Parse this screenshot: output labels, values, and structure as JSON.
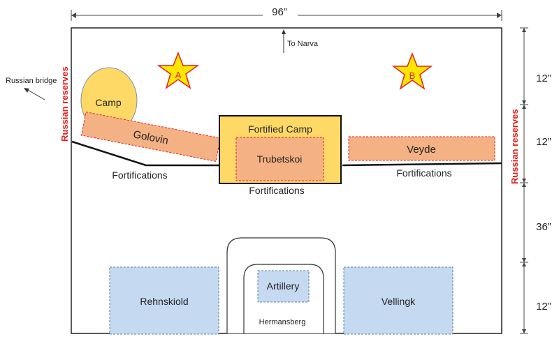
{
  "dimensions": {
    "width": "96”",
    "heights": [
      "12”",
      "12”",
      "36”",
      "12”"
    ]
  },
  "labels": {
    "to_narva": "To Narva",
    "russian_bridge": "Russian bridge",
    "russian_reserves_left": "Russian reserves",
    "russian_reserves_right": "Russian reserves",
    "camp": "Camp",
    "golovin": "Golovin",
    "fortified_camp": "Fortified Camp",
    "trubetskoi": "Trubetskoi",
    "veyde": "Veyde",
    "fortifications_left": "Fortifications",
    "fortifications_center": "Fortifications",
    "fortifications_right": "Fortifications",
    "rehnskiold": "Rehnskiold",
    "artillery": "Artillery",
    "hermansberg": "Hermansberg",
    "vellingk": "Vellingk",
    "star_a": "A",
    "star_b": "B"
  },
  "colors": {
    "russian_red": "#e8201f",
    "orange_fill": "#f4b183",
    "yellow_fill": "#ffd966",
    "blue_fill": "#c5d9f1",
    "star_fill": "#ffe600"
  }
}
